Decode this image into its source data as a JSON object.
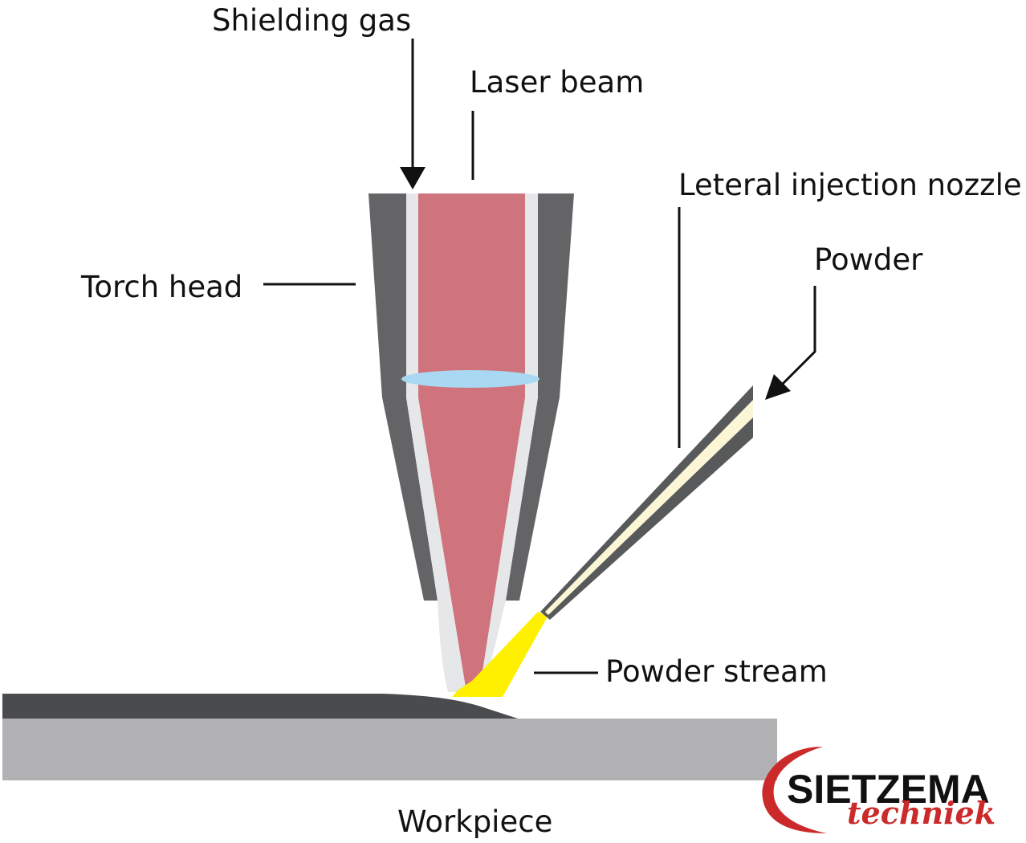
{
  "labels": {
    "shielding_gas": "Shielding gas",
    "laser_beam": "Laser beam",
    "torch_head": "Torch head",
    "lateral_nozzle": "Leteral injection nozzle",
    "powder": "Powder",
    "powder_stream": "Powder stream",
    "workpiece": "Workpiece"
  },
  "logo": {
    "name": "SIETZEMA",
    "sub": "techniek"
  },
  "colors": {
    "torch": "#646466",
    "gas_channel": "#e6e7e8",
    "laser": "#cf737c",
    "lens": "#a9d8f2",
    "nozzle": "#58595b",
    "powder_fill": "#fbf7d6",
    "powder_stream": "#fff000",
    "clad_layer": "#4a4b4d",
    "workpiece": "#b1b1b3",
    "logo_red": "#cc2a2a"
  }
}
